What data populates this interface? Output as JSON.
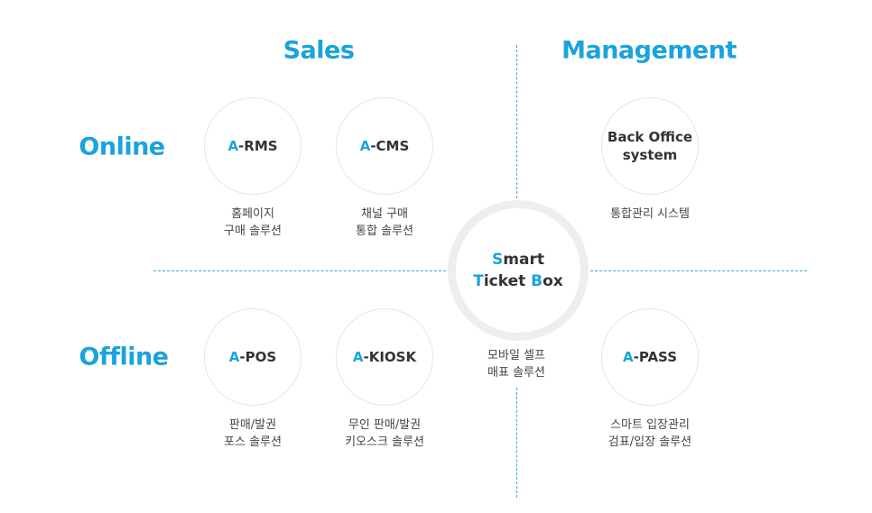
{
  "headers": {
    "sales": "Sales",
    "management": "Management",
    "online": "Online",
    "offline": "Offline"
  },
  "center": {
    "line1_accent": "S",
    "line1_rest": "mart",
    "line2_accent1": "T",
    "line2_mid": "icket ",
    "line2_accent2": "B",
    "line2_rest": "ox",
    "desc_line1": "모바일 셀프",
    "desc_line2": "매표 솔루션"
  },
  "nodes": {
    "rms": {
      "prefix": "A",
      "name": "-RMS",
      "desc1": "홈페이지",
      "desc2": "구매 솔루션"
    },
    "cms": {
      "prefix": "A",
      "name": "-CMS",
      "desc1": "채널 구매",
      "desc2": "통합 솔루션"
    },
    "backoffice": {
      "line1": "Back Office",
      "line2": "system",
      "desc1": "통합관리 시스템"
    },
    "pos": {
      "prefix": "A",
      "name": "-POS",
      "desc1": "판매/발권",
      "desc2": "포스 솔루션"
    },
    "kiosk": {
      "prefix": "A",
      "name": "-KIOSK",
      "desc1": "무인 판매/발권",
      "desc2": "키오스크 솔루션"
    },
    "pass": {
      "prefix": "A",
      "name": "-PASS",
      "desc1": "스마트 입장관리",
      "desc2": "검표/입장 솔루션"
    }
  },
  "colors": {
    "accent": "#1aa3dd",
    "dashed_line": "#35a9dc",
    "circle_border": "#e6e6e6",
    "center_ring": "#eeeeee",
    "title_text": "#333333",
    "desc_text": "#444444"
  }
}
